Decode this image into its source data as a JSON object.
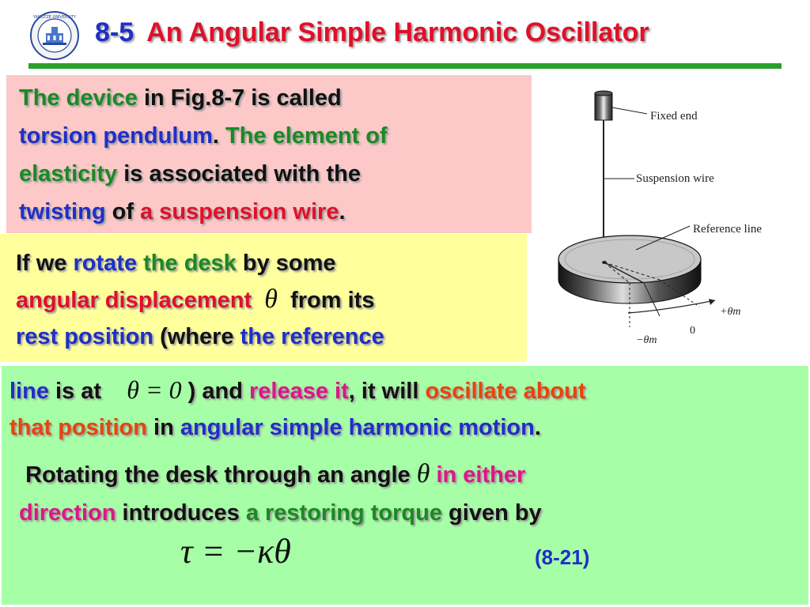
{
  "header": {
    "number": "8-5",
    "title": "An Angular Simple Harmonic Oscillator",
    "logo_text": "YANGTZE UNIVERSITY"
  },
  "para1": {
    "s1": "The device",
    "s2": " in Fig.8-7 is called",
    "s3": "torsion pendulum",
    "s4": ". ",
    "s5": "The element of",
    "s6": "elasticity",
    "s7": " is associated with the",
    "s8": "twisting",
    "s9": " of ",
    "s10": "a suspension wire",
    "s11": "."
  },
  "para2": {
    "s1": "If we ",
    "s2": "rotate",
    "s3": " the desk",
    "s4": " by some",
    "s5": "angular displacement",
    "s6": "θ",
    "s7": " from its",
    "s8": "rest position",
    "s9": " (where ",
    "s10": "the reference"
  },
  "para3": {
    "s1": "line",
    "s2": " is at ",
    "s3": "θ = 0",
    "s4": ") and ",
    "s5": "release it",
    "s6": ", it will ",
    "s7": "oscillate about",
    "s8": "that position",
    "s9": " in ",
    "s10": "angular simple harmonic motion",
    "s11": "."
  },
  "para4": {
    "s1": "Rotating the desk through an angle ",
    "s2": "θ",
    "s3": " in either",
    "s4": "direction",
    "s5": " introduces ",
    "s6": "a restoring torque",
    "s7": " given by"
  },
  "equation": {
    "text": "τ = −κθ",
    "number": "(8-21)"
  },
  "figure": {
    "fixed_end": "Fixed end",
    "suspension_wire": "Suspension wire",
    "reference_line": "Reference line",
    "plus_theta_m": "+θm",
    "zero": "0",
    "minus_theta_m": "−θm"
  },
  "colors": {
    "title_number": "#1f2fc8",
    "title_text": "#e0102a",
    "rule": "#2aa02a",
    "box1": "#fcc8c8",
    "box2": "#ffff9c",
    "box3": "#a6ffa6"
  }
}
